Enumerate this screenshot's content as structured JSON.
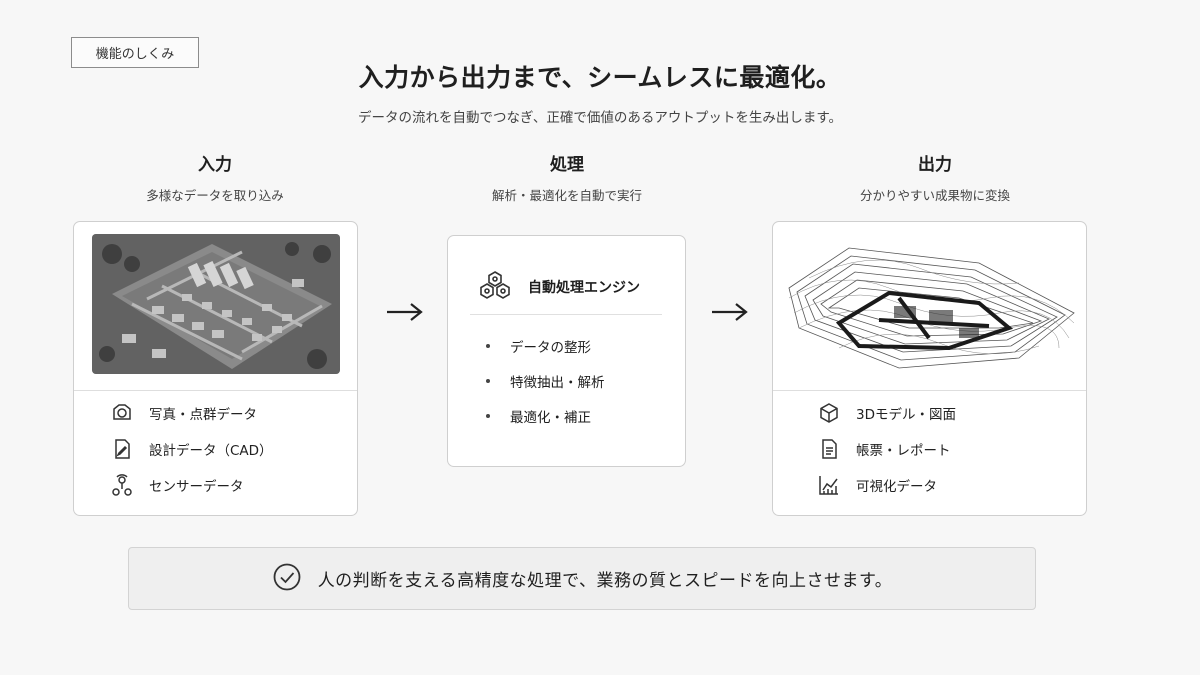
{
  "tag": "機能のしくみ",
  "headline": "入力から出力まで、シームレスに最適化。",
  "subline": "データの流れを自動でつなぎ、正確で価値のあるアウトプットを生み出します。",
  "columns": {
    "input": {
      "title": "入力",
      "subtitle": "多様なデータを取り込み",
      "items": [
        {
          "icon": "camera-icon",
          "label": "写真・点群データ"
        },
        {
          "icon": "pen-document-icon",
          "label": "設計データ（CAD）"
        },
        {
          "icon": "sensor-icon",
          "label": "センサーデータ"
        }
      ]
    },
    "process": {
      "title": "処理",
      "subtitle": "解析・最適化を自動で実行",
      "engine_label": "自動処理エンジン",
      "steps": [
        "データの整形",
        "特徴抽出・解析",
        "最適化・補正"
      ]
    },
    "output": {
      "title": "出力",
      "subtitle": "分かりやすい成果物に変換",
      "items": [
        {
          "icon": "cube-icon",
          "label": "3Dモデル・図面"
        },
        {
          "icon": "report-icon",
          "label": "帳票・レポート"
        },
        {
          "icon": "chart-icon",
          "label": "可視化データ"
        }
      ]
    }
  },
  "banner": "人の判断を支える高精度な処理で、業務の質とスピードを向上させます。",
  "colors": {
    "text": "#1f1f1f",
    "border": "#cfcfcf",
    "background": "#f7f7f7"
  }
}
